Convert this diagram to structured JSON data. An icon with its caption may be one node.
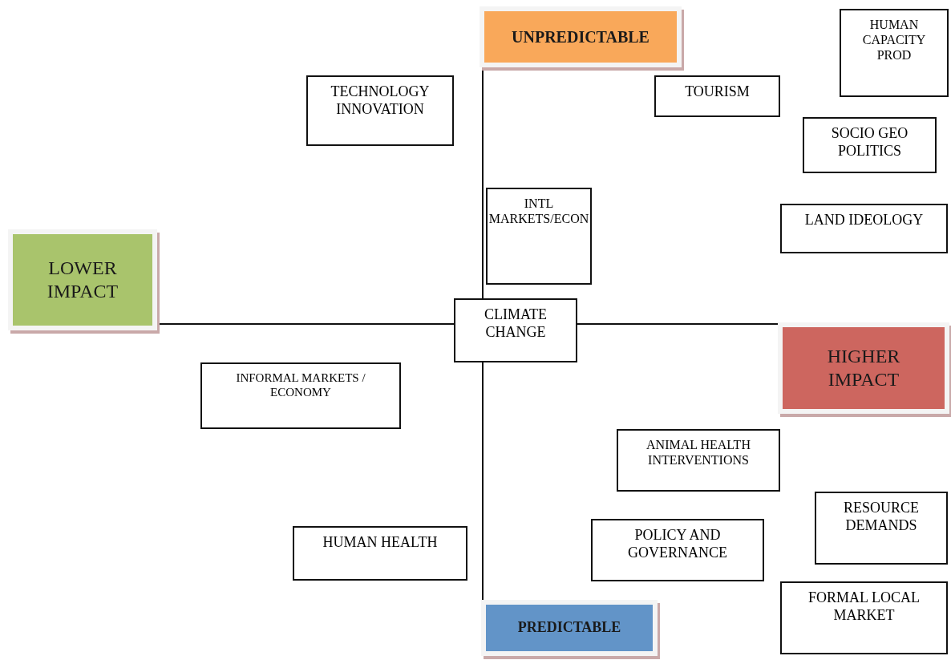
{
  "diagram": {
    "nodes": [
      {
        "text": [
          "UNPREDICTABLE"
        ]
      },
      {
        "text": [
          "HUMAN CAPACITY PROD"
        ]
      },
      {
        "text": [
          "TECHNOLOGY INNOVATION"
        ]
      },
      {
        "text": [
          "TOURISM"
        ]
      },
      {
        "text": [
          "SOCIO GEO POLITICS"
        ]
      },
      {
        "text": [
          "INTL MARKETS/ECON"
        ]
      },
      {
        "text": [
          "LAND IDEOLOGY"
        ]
      },
      {
        "text": [
          "LOWER IMPACT"
        ]
      },
      {
        "text": [
          "CLIMATE CHANGE"
        ]
      },
      {
        "text": [
          "HIGHER IMPACT"
        ]
      },
      {
        "text": [
          "INFORMAL MARKETS / ECONOMY"
        ]
      },
      {
        "text": [
          "ANIMAL HEALTH INTERVENTIONS"
        ]
      },
      {
        "text": [
          "RESOURCE DEMANDS"
        ]
      },
      {
        "text": [
          "HUMAN HEALTH"
        ]
      },
      {
        "text": [
          "POLICY AND GOVERNANCE"
        ]
      },
      {
        "text": [
          "FORMAL LOCAL MARKET"
        ]
      },
      {
        "text": [
          "PREDICTABLE"
        ]
      }
    ],
    "edges": [
      {
        "from": 8,
        "to": 0,
        "arrow": "none"
      },
      {
        "from": 8,
        "to": 16,
        "arrow": "none"
      },
      {
        "from": 8,
        "to": 7,
        "arrow": "none"
      },
      {
        "from": 8,
        "to": 9,
        "arrow": "none"
      }
    ]
  }
}
